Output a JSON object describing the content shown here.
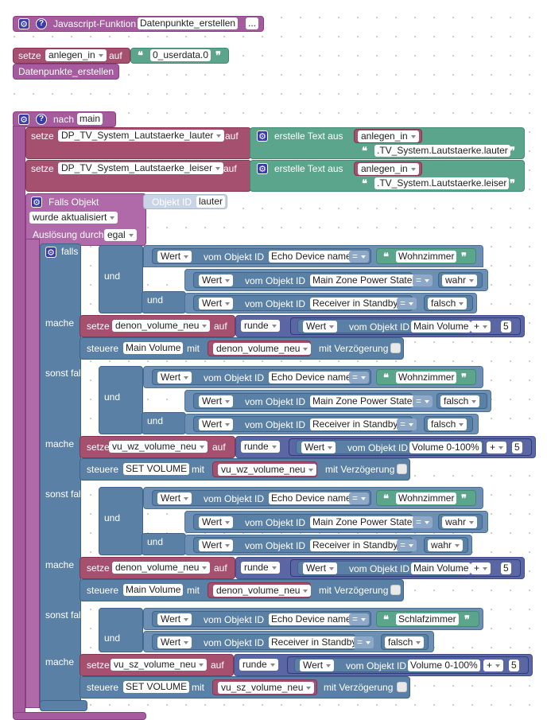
{
  "fn": {
    "title": "Javascript-Funktion",
    "name": "Datenpunkte_erstellen",
    "more": "..."
  },
  "setze1": {
    "setze": "setze",
    "var": "anlegen_in",
    "auf": "auf",
    "value": "0_userdata.0"
  },
  "call": {
    "name": "Datenpunkte_erstellen"
  },
  "main": {
    "nach": "nach",
    "name": "main"
  },
  "setze_lauter": {
    "setze": "setze",
    "var": "DP_TV_System_Lautstaerke_lauter",
    "auf": "auf",
    "op": "erstelle Text aus",
    "var2": "anlegen_in",
    "str": ".TV_System.Lautstaerke.lauter"
  },
  "setze_leiser": {
    "setze": "setze",
    "var": "DP_TV_System_Lautstaerke_leiser",
    "auf": "auf",
    "op": "erstelle Text aus",
    "var2": "anlegen_in",
    "str": ".TV_System.Lautstaerke.leiser"
  },
  "trigger": {
    "falls_obj": "Falls Objekt",
    "obj_label": "Objekt ID",
    "obj_value": "lauter",
    "event": "wurde aktualisiert",
    "ausloesung": "Auslösung durch",
    "ausloesung_value": "egal"
  },
  "labels": {
    "falls": "falls",
    "sonst_falls": "sonst falls",
    "mache": "mache",
    "und": "und",
    "wert": "Wert",
    "vom_obj": "vom Objekt ID",
    "eq": "=",
    "setze": "setze",
    "auf": "auf",
    "runde": "runde",
    "plus": "+",
    "steuere": "steuere",
    "mit": "mit",
    "verz": "mit Verzögerung"
  },
  "branches": [
    {
      "c1_obj": "Echo Device name",
      "c1_val": "Wohnzimmer",
      "c2_obj": "Main Zone Power State",
      "c2_val": "wahr",
      "c3_obj": "Receiver in Standby",
      "c3_val": "falsch",
      "set_var": "denon_volume_neu",
      "src_obj": "Main Volume",
      "num": "5",
      "st_obj": "Main Volume",
      "st_var": "denon_volume_neu"
    },
    {
      "c1_obj": "Echo Device name",
      "c1_val": "Wohnzimmer",
      "c2_obj": "Main Zone Power State",
      "c2_val": "falsch",
      "c3_obj": "Receiver in Standby",
      "c3_val": "falsch",
      "set_var": "vu_wz_volume_neu",
      "src_obj": "Volume 0-100%",
      "num": "5",
      "st_obj": "SET VOLUME",
      "st_var": "vu_wz_volume_neu"
    },
    {
      "c1_obj": "Echo Device name",
      "c1_val": "Wohnzimmer",
      "c2_obj": "Main Zone Power State",
      "c2_val": "wahr",
      "c3_obj": "Receiver in Standby",
      "c3_val": "wahr",
      "set_var": "denon_volume_neu",
      "src_obj": "Main Volume",
      "num": "5",
      "st_obj": "Main Volume",
      "st_var": "denon_volume_neu"
    },
    {
      "c1_obj": "Echo Device name",
      "c1_val": "Schlafzimmer",
      "c2_obj": "Receiver in Standby",
      "c2_val": "falsch",
      "set_var": "vu_sz_volume_neu",
      "src_obj": "Volume 0-100%",
      "num": "5",
      "st_obj": "SET VOLUME",
      "st_var": "vu_sz_volume_neu"
    }
  ],
  "colors": {
    "function": "#a55b9e",
    "variable": "#a5506f",
    "text": "#5ba58c",
    "logic": "#5b80a5",
    "math": "#5b67a5"
  }
}
